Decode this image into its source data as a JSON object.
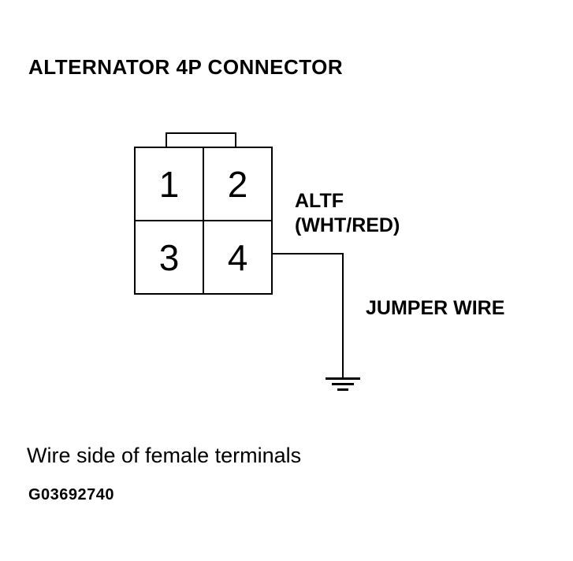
{
  "title": "ALTERNATOR 4P CONNECTOR",
  "connector": {
    "terminals": [
      "1",
      "2",
      "3",
      "4"
    ]
  },
  "labels": {
    "wire_name": "ALTF",
    "wire_color": "(WHT/RED)",
    "jumper_wire": "JUMPER WIRE"
  },
  "caption": "Wire side of female terminals",
  "figure_id": "G03692740",
  "colors": {
    "background": "#ffffff",
    "line": "#000000",
    "text": "#000000"
  }
}
